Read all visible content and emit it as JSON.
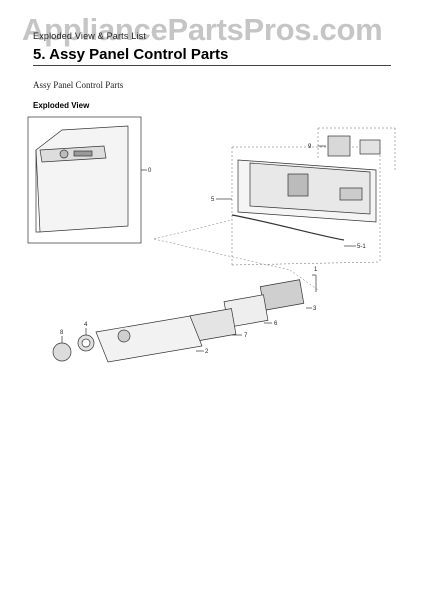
{
  "watermark": "AppliancePartsPros.com",
  "breadcrumb": "Exploded View & Parts List",
  "title": "5.  Assy Panel Control Parts",
  "subtitle": "Assy Panel Control Parts",
  "section_label": "Exploded View",
  "callouts": {
    "c0": "0",
    "c9": "9",
    "c5": "5",
    "c51": "5-1",
    "c1": "1",
    "c3": "3",
    "c6": "6",
    "c7": "7",
    "c2": "2",
    "c4": "4",
    "c8": "8"
  }
}
